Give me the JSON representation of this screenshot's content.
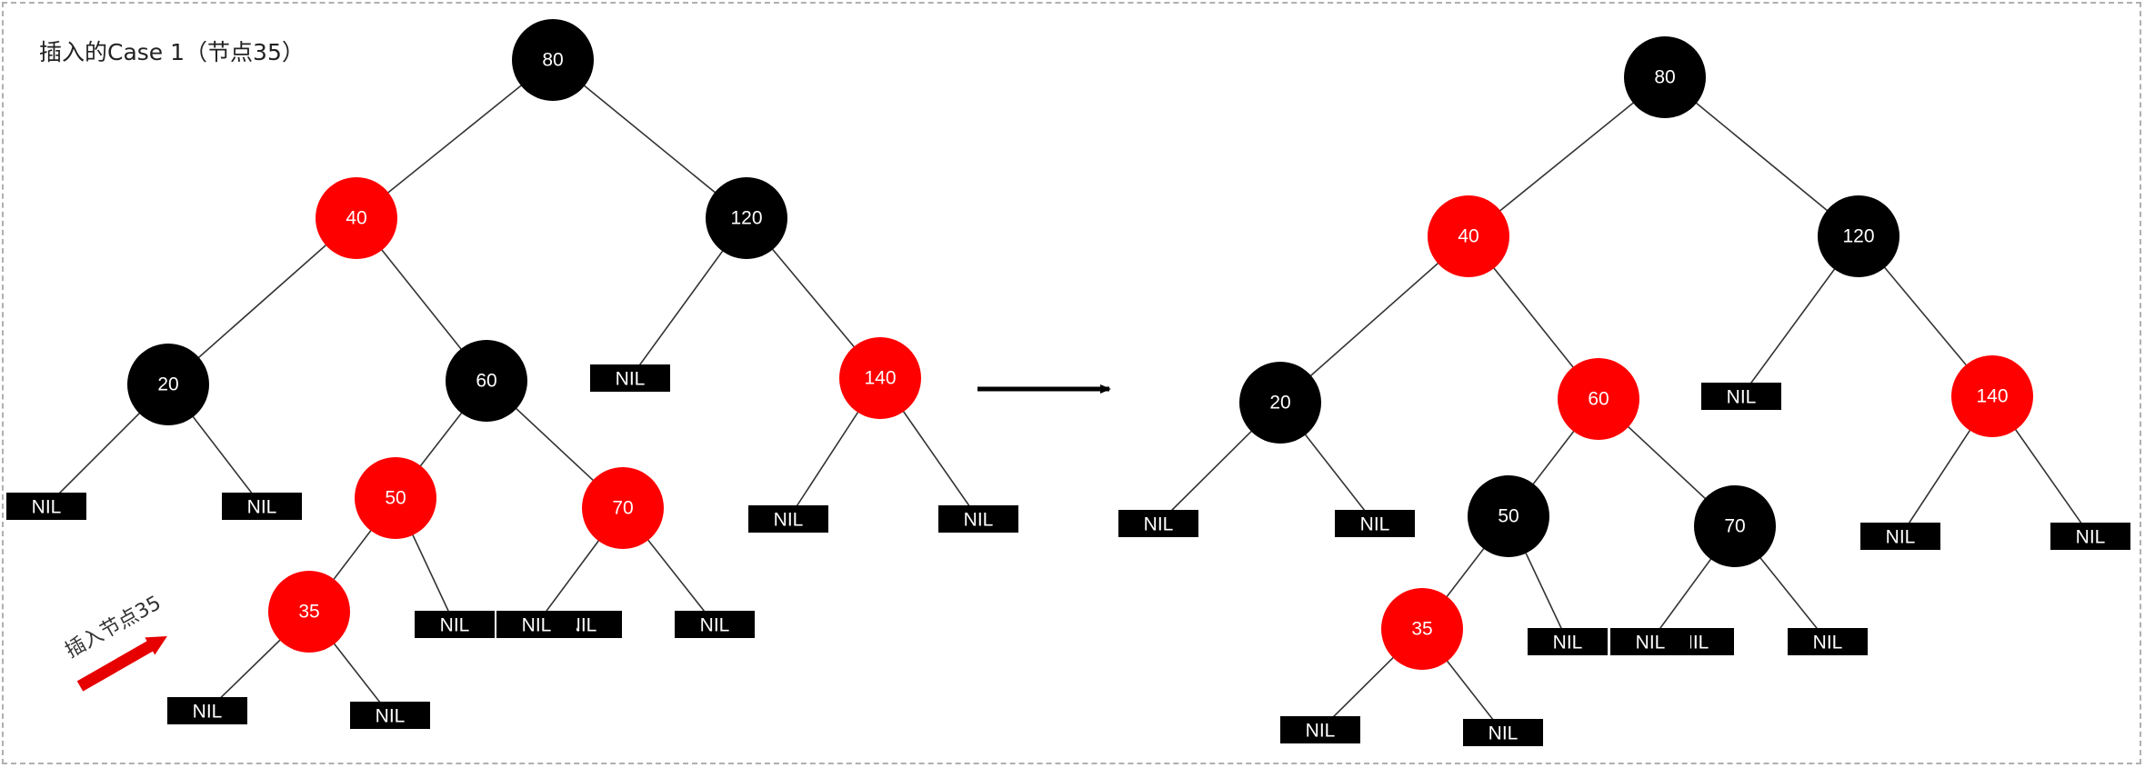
{
  "title": "插入的Case 1（节点35）",
  "annotation": "插入节点35",
  "nil_label": "NIL",
  "colors": {
    "black": "#000000",
    "red": "#ff0000",
    "edge": "#333333",
    "arrow": "#000000",
    "highlight_arrow": "#e60000"
  },
  "trees": [
    {
      "name": "before",
      "nodes": [
        {
          "id": "a80",
          "value": "80",
          "color": "black"
        },
        {
          "id": "a40",
          "value": "40",
          "color": "red"
        },
        {
          "id": "a120",
          "value": "120",
          "color": "black"
        },
        {
          "id": "a20",
          "value": "20",
          "color": "black"
        },
        {
          "id": "a60",
          "value": "60",
          "color": "black"
        },
        {
          "id": "a140",
          "value": "140",
          "color": "red"
        },
        {
          "id": "a50",
          "value": "50",
          "color": "red"
        },
        {
          "id": "a70",
          "value": "70",
          "color": "red"
        },
        {
          "id": "a35",
          "value": "35",
          "color": "red"
        }
      ],
      "nils": [
        "an1",
        "an2",
        "an3",
        "an4",
        "an5",
        "an6",
        "an7",
        "an8",
        "an9",
        "an10",
        "an11"
      ]
    },
    {
      "name": "after",
      "nodes": [
        {
          "id": "b80",
          "value": "80",
          "color": "black"
        },
        {
          "id": "b40",
          "value": "40",
          "color": "red"
        },
        {
          "id": "b120",
          "value": "120",
          "color": "black"
        },
        {
          "id": "b20",
          "value": "20",
          "color": "black"
        },
        {
          "id": "b60",
          "value": "60",
          "color": "red"
        },
        {
          "id": "b140",
          "value": "140",
          "color": "red"
        },
        {
          "id": "b50",
          "value": "50",
          "color": "black"
        },
        {
          "id": "b70",
          "value": "70",
          "color": "black"
        },
        {
          "id": "b35",
          "value": "35",
          "color": "red"
        }
      ],
      "nils": [
        "bn1",
        "bn2",
        "bn3",
        "bn4",
        "bn5",
        "bn6",
        "bn7",
        "bn8",
        "bn9",
        "bn10",
        "bn11"
      ]
    }
  ]
}
